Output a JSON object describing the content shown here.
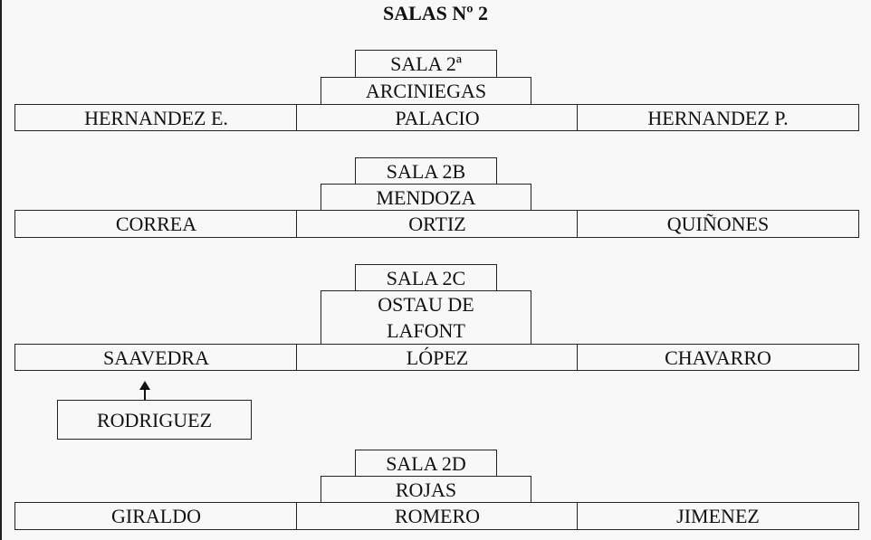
{
  "title": "SALAS Nº 2",
  "groups": [
    {
      "sala": "SALA 2ª",
      "head": "ARCINIEGAS",
      "members": [
        "HERNANDEZ E.",
        "PALACIO",
        "HERNANDEZ P."
      ]
    },
    {
      "sala": "SALA 2B",
      "head": "MENDOZA",
      "members": [
        "CORREA",
        "ORTIZ",
        "QUIÑONES"
      ]
    },
    {
      "sala": "SALA 2C",
      "head": "OSTAU DE LAFONT",
      "members": [
        "SAAVEDRA",
        "LÓPEZ",
        "CHAVARRO"
      ]
    },
    {
      "sala": "SALA 2D",
      "head": "ROJAS",
      "members": [
        "GIRALDO",
        "ROMERO",
        "JIMENEZ"
      ]
    }
  ],
  "replacement": "RODRIGUEZ"
}
